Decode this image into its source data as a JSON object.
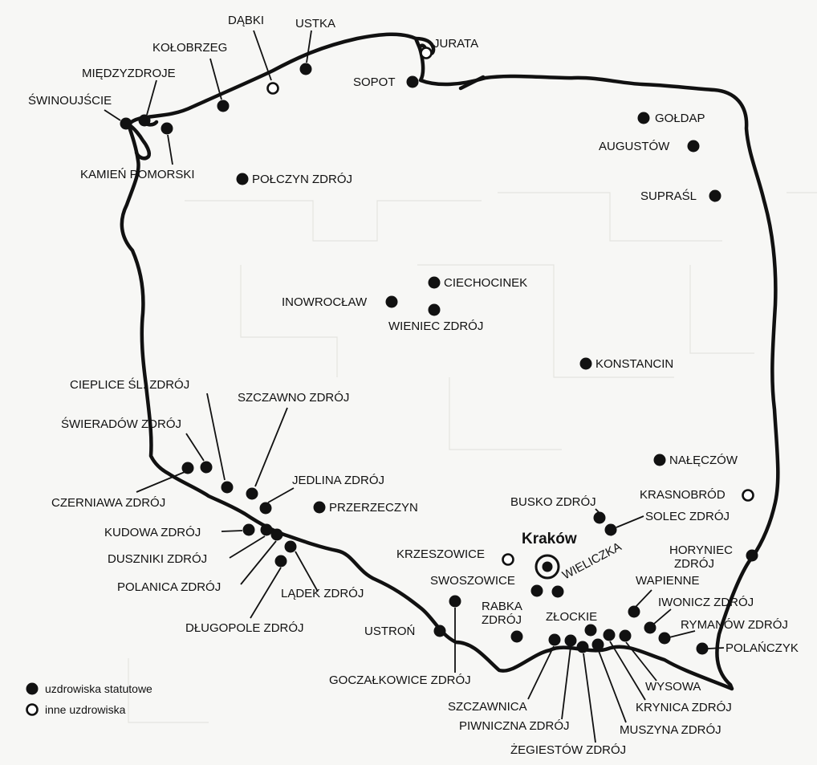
{
  "legend": {
    "statutory": "uzdrowiska statutowe",
    "other": "inne uzdrowiska"
  },
  "colors": {
    "ink": "#111111",
    "background": "#f7f7f5"
  },
  "city": "Kraków",
  "places": [
    {
      "name": "ŚWINOUJŚCIE",
      "type": "statutory"
    },
    {
      "name": "MIĘDZYZDROJE",
      "type": "statutory"
    },
    {
      "name": "KOŁOBRZEG",
      "type": "statutory"
    },
    {
      "name": "DĄBKI",
      "type": "other"
    },
    {
      "name": "USTKA",
      "type": "statutory"
    },
    {
      "name": "JURATA",
      "type": "other"
    },
    {
      "name": "SOPOT",
      "type": "statutory"
    },
    {
      "name": "KAMIEŃ POMORSKI",
      "type": "statutory"
    },
    {
      "name": "POŁCZYN ZDRÓJ",
      "type": "statutory"
    },
    {
      "name": "GOŁDAP",
      "type": "statutory"
    },
    {
      "name": "AUGUSTÓW",
      "type": "statutory"
    },
    {
      "name": "SUPRAŚL",
      "type": "statutory"
    },
    {
      "name": "CIECHOCINEK",
      "type": "statutory"
    },
    {
      "name": "INOWROCŁAW",
      "type": "statutory"
    },
    {
      "name": "WIENIEC ZDRÓJ",
      "type": "statutory"
    },
    {
      "name": "KONSTANCIN",
      "type": "statutory"
    },
    {
      "name": "NAŁĘCZÓW",
      "type": "statutory"
    },
    {
      "name": "KRASNOBRÓD",
      "type": "other"
    },
    {
      "name": "CIEPLICE ŚL. ZDRÓJ",
      "type": "statutory"
    },
    {
      "name": "SZCZAWNO ZDRÓJ",
      "type": "statutory"
    },
    {
      "name": "ŚWIERADÓW ZDRÓJ",
      "type": "statutory"
    },
    {
      "name": "CZERNIAWA ZDRÓJ",
      "type": "statutory"
    },
    {
      "name": "JEDLINA ZDRÓJ",
      "type": "statutory"
    },
    {
      "name": "PRZERZECZYN",
      "type": "statutory"
    },
    {
      "name": "KUDOWA ZDRÓJ",
      "type": "statutory"
    },
    {
      "name": "DUSZNIKI ZDRÓJ",
      "type": "statutory"
    },
    {
      "name": "POLANICA ZDRÓJ",
      "type": "statutory"
    },
    {
      "name": "LĄDEK ZDRÓJ",
      "type": "statutory"
    },
    {
      "name": "DŁUGOPOLE ZDRÓJ",
      "type": "statutory"
    },
    {
      "name": "BUSKO ZDRÓJ",
      "type": "statutory"
    },
    {
      "name": "SOLEC ZDRÓJ",
      "type": "statutory"
    },
    {
      "name": "KRZESZOWICE",
      "type": "other"
    },
    {
      "name": "SWOSZOWICE",
      "type": "statutory"
    },
    {
      "name": "WIELICZKA",
      "type": "statutory"
    },
    {
      "name": "HORYNIEC ZDRÓJ",
      "type": "statutory"
    },
    {
      "name": "WAPIENNE",
      "type": "statutory"
    },
    {
      "name": "IWONICZ ZDRÓJ",
      "type": "statutory"
    },
    {
      "name": "RYMANÓW ZDRÓJ",
      "type": "statutory"
    },
    {
      "name": "POLAŃCZYK",
      "type": "statutory"
    },
    {
      "name": "RABKA ZDRÓJ",
      "type": "statutory"
    },
    {
      "name": "ZŁOCKIE",
      "type": "statutory"
    },
    {
      "name": "USTROŃ",
      "type": "statutory"
    },
    {
      "name": "GOCZAŁKOWICE ZDRÓJ",
      "type": "statutory"
    },
    {
      "name": "WYSOWA",
      "type": "statutory"
    },
    {
      "name": "SZCZAWNICA",
      "type": "statutory"
    },
    {
      "name": "KRYNICA ZDRÓJ",
      "type": "statutory"
    },
    {
      "name": "PIWNICZNA ZDRÓJ",
      "type": "statutory"
    },
    {
      "name": "MUSZYNA ZDRÓJ",
      "type": "statutory"
    },
    {
      "name": "ŻEGIESTÓW ZDRÓJ",
      "type": "statutory"
    }
  ]
}
